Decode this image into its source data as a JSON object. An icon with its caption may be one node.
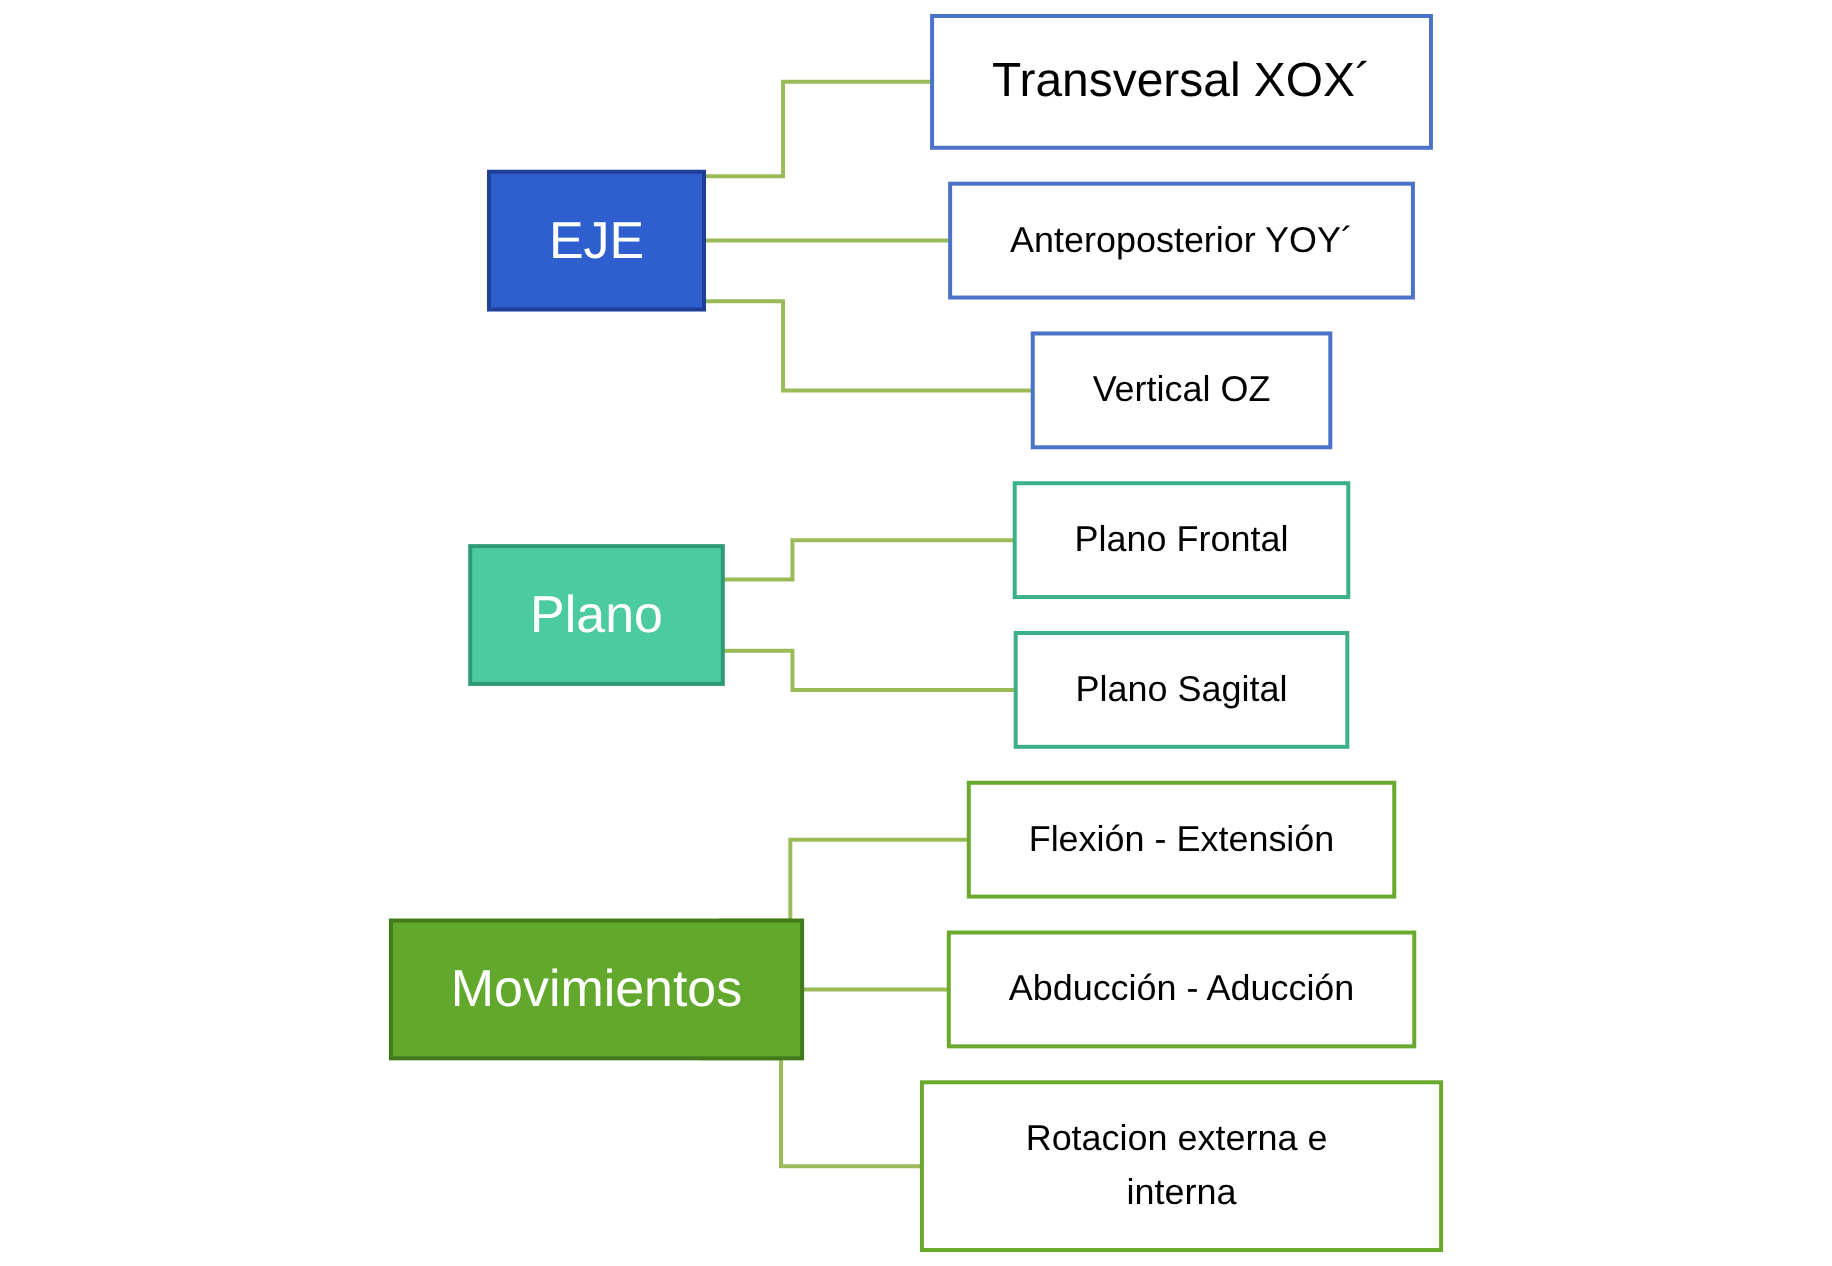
{
  "diagram": {
    "nodes": [
      {
        "text": [
          "EJE"
        ]
      },
      {
        "text": [
          "Transversal XOX´"
        ]
      },
      {
        "text": [
          "Anteroposterior YOY´"
        ]
      },
      {
        "text": [
          "Vertical OZ"
        ]
      },
      {
        "text": [
          "Plano"
        ]
      },
      {
        "text": [
          "Plano Frontal"
        ]
      },
      {
        "text": [
          "Plano Sagital"
        ]
      },
      {
        "text": [
          "Movimientos"
        ]
      },
      {
        "text": [
          "Flexión - Extensión"
        ]
      },
      {
        "text": [
          "Abducción - Aducción"
        ]
      },
      {
        "text": [
          "Rotacion externa e interna"
        ]
      }
    ],
    "edges": [
      {
        "from": 0,
        "to": 1,
        "arrow": "none"
      },
      {
        "from": 0,
        "to": 2,
        "arrow": "none"
      },
      {
        "from": 0,
        "to": 3,
        "arrow": "none"
      },
      {
        "from": 4,
        "to": 5,
        "arrow": "none"
      },
      {
        "from": 4,
        "to": 6,
        "arrow": "none"
      },
      {
        "from": 7,
        "to": 8,
        "arrow": "none"
      },
      {
        "from": 7,
        "to": 9,
        "arrow": "none"
      },
      {
        "from": 7,
        "to": 10,
        "arrow": "none"
      }
    ]
  }
}
